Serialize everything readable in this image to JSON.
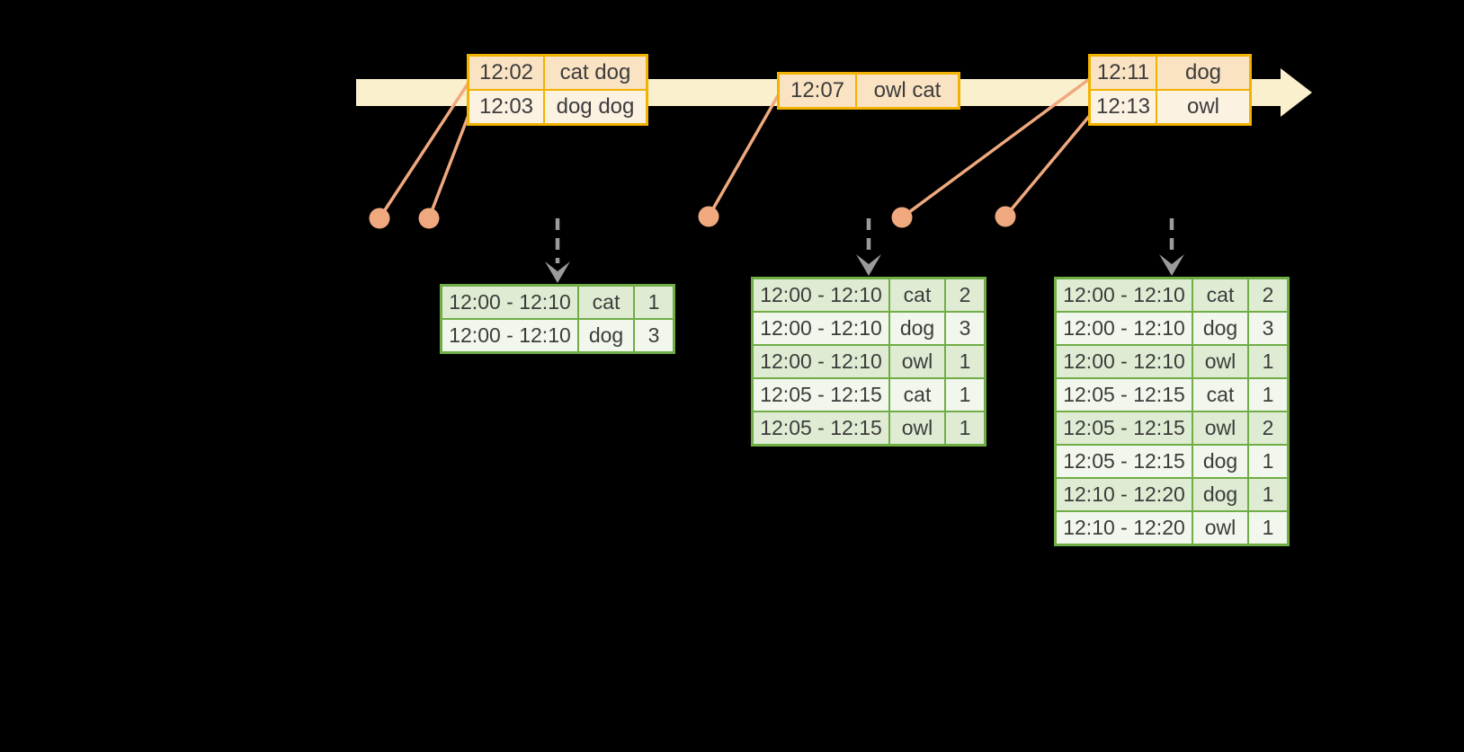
{
  "colors": {
    "background": "#000000",
    "timeline_fill": "#faf0cd",
    "event_table_border": "#f2b200",
    "event_row_dark": "#fae3c3",
    "event_row_light": "#fcf2e2",
    "connector_salmon": "#f0a97e",
    "trigger_arrow_gray": "#9b9b9b",
    "result_table_border": "#70ad47",
    "result_row_dark": "#dfecd3",
    "result_row_light": "#f1f7ec",
    "text": "#3c3c3c"
  },
  "event_tables": [
    {
      "rows": [
        {
          "time": "12:02",
          "words": "cat dog"
        },
        {
          "time": "12:03",
          "words": "dog dog"
        }
      ]
    },
    {
      "rows": [
        {
          "time": "12:07",
          "words": "owl cat"
        }
      ]
    },
    {
      "rows": [
        {
          "time": "12:11",
          "words": "dog"
        },
        {
          "time": "12:13",
          "words": "owl"
        }
      ]
    }
  ],
  "result_tables": [
    {
      "rows": [
        {
          "window": "12:00 - 12:10",
          "word": "cat",
          "count": "1"
        },
        {
          "window": "12:00 - 12:10",
          "word": "dog",
          "count": "3"
        }
      ]
    },
    {
      "rows": [
        {
          "window": "12:00 - 12:10",
          "word": "cat",
          "count": "2"
        },
        {
          "window": "12:00 - 12:10",
          "word": "dog",
          "count": "3"
        },
        {
          "window": "12:00 - 12:10",
          "word": "owl",
          "count": "1"
        },
        {
          "window": "12:05 - 12:15",
          "word": "cat",
          "count": "1"
        },
        {
          "window": "12:05 - 12:15",
          "word": "owl",
          "count": "1"
        }
      ]
    },
    {
      "rows": [
        {
          "window": "12:00 - 12:10",
          "word": "cat",
          "count": "2"
        },
        {
          "window": "12:00 - 12:10",
          "word": "dog",
          "count": "3"
        },
        {
          "window": "12:00 - 12:10",
          "word": "owl",
          "count": "1"
        },
        {
          "window": "12:05 - 12:15",
          "word": "cat",
          "count": "1"
        },
        {
          "window": "12:05 - 12:15",
          "word": "owl",
          "count": "2"
        },
        {
          "window": "12:05 - 12:15",
          "word": "dog",
          "count": "1"
        },
        {
          "window": "12:10 - 12:20",
          "word": "dog",
          "count": "1"
        },
        {
          "window": "12:10 - 12:20",
          "word": "owl",
          "count": "1"
        }
      ]
    }
  ]
}
